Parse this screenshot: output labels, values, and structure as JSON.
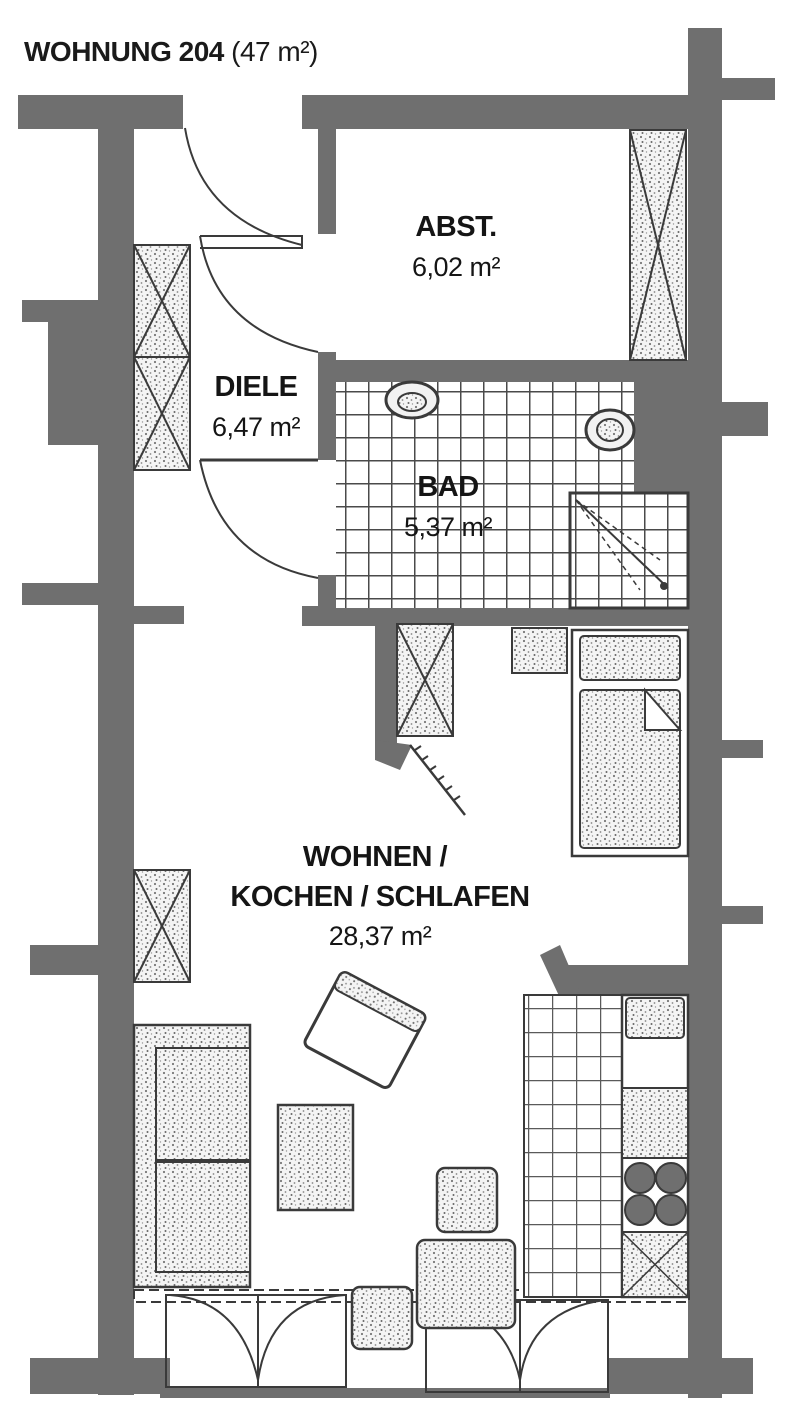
{
  "title": {
    "name": "WOHNUNG 204",
    "size": "(47 m²)"
  },
  "rooms": {
    "abstellraum": {
      "name": "ABST.",
      "area": "6,02 m²"
    },
    "diele": {
      "name": "DIELE",
      "area": "6,47 m²"
    },
    "bad": {
      "name": "BAD",
      "area": "5,37 m²"
    },
    "wohnen": {
      "name_line1": "WOHNEN /",
      "name_line2": "KOCHEN / SCHLAFEN",
      "area": "28,37 m²"
    }
  },
  "colors": {
    "wall": "#6f6f6f",
    "stipple": "#8a8a8a",
    "line": "#3a3a3a",
    "tile_grid": "#4a4a4a",
    "background": "#ffffff"
  }
}
